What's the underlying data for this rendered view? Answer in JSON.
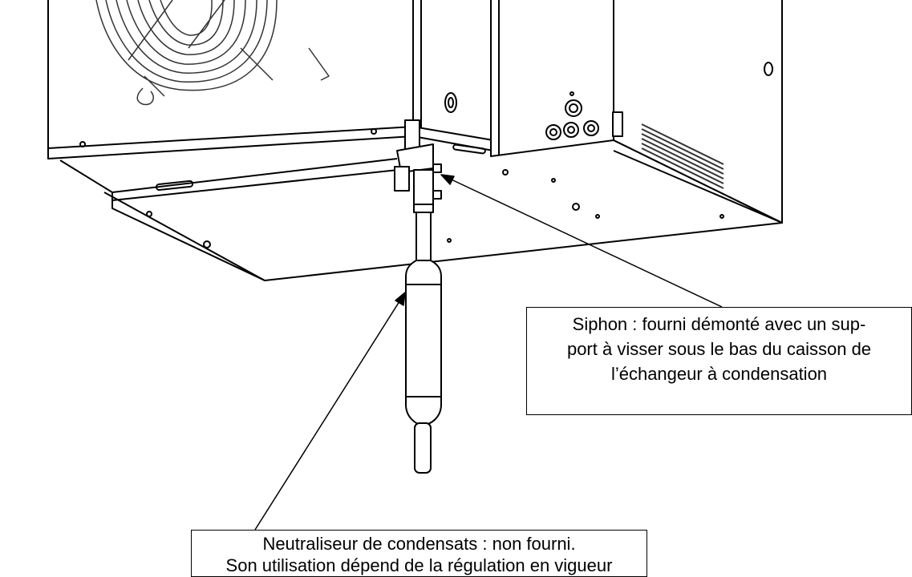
{
  "callouts": {
    "siphon": {
      "lines": [
        "Siphon : fourni démonté avec un sup-",
        "port à visser sous le bas du caisson de",
        "l’échangeur à condensation"
      ]
    },
    "neutraliseur": {
      "lines": [
        "Neutraliseur de condensats : non fourni.",
        "Son utilisation dépend de la régulation en vigueur"
      ]
    }
  },
  "colors": {
    "line": "#000000",
    "fill": "#ffffff",
    "grille": "#333333"
  }
}
